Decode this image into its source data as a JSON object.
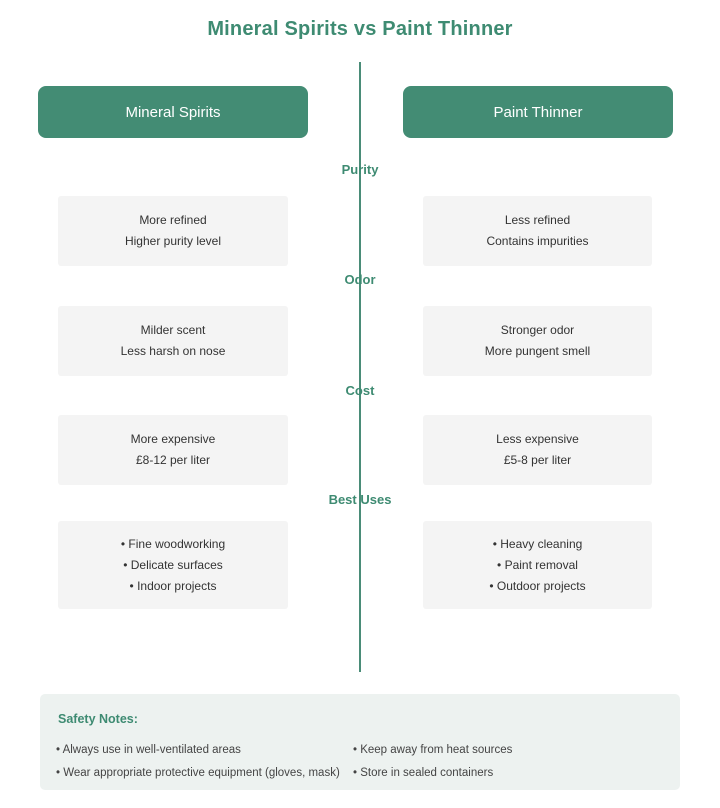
{
  "title": "Mineral Spirits vs Paint Thinner",
  "columns": {
    "left": "Mineral Spirits",
    "right": "Paint Thinner"
  },
  "colors": {
    "accent": "#3E8B72",
    "pill": "#438C74",
    "divider": "#4A8C78",
    "card_bg": "#F4F4F4",
    "footer_bg": "#EDF2F0",
    "page_bg": "#FFFFFF"
  },
  "rows": [
    {
      "category": "Purity",
      "left": [
        "More refined",
        "Higher purity level"
      ],
      "right": [
        "Less refined",
        "Contains impurities"
      ]
    },
    {
      "category": "Odor",
      "left": [
        "Milder scent",
        "Less harsh on nose"
      ],
      "right": [
        "Stronger odor",
        "More pungent smell"
      ]
    },
    {
      "category": "Cost",
      "left": [
        "More expensive",
        "£8-12 per liter"
      ],
      "right": [
        "Less expensive",
        "£5-8 per liter"
      ]
    },
    {
      "category": "Best Uses",
      "left": [
        "• Fine woodworking",
        "• Delicate surfaces",
        "• Indoor projects"
      ],
      "right": [
        "• Heavy cleaning",
        "• Paint removal",
        "• Outdoor projects"
      ]
    }
  ],
  "safety": {
    "heading": "Safety Notes:",
    "left_items": [
      "• Always use in well-ventilated areas",
      "• Wear appropriate protective equipment (gloves, mask)"
    ],
    "right_items": [
      "• Keep away from heat sources",
      "• Store in sealed containers"
    ]
  }
}
